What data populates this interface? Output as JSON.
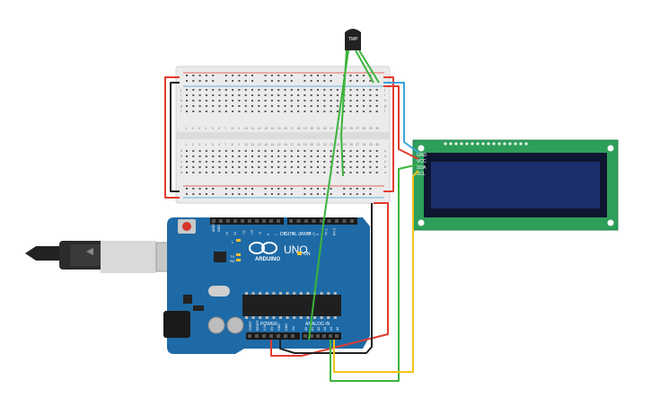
{
  "sensor": {
    "label": "TMP"
  },
  "arduino": {
    "logo_text": "ARDUINO",
    "model": "UNO",
    "on_label": "ON",
    "digital_label": "DIGITAL (PWM~)",
    "tx_label": "TX",
    "rx_label": "RX",
    "l_label": "L",
    "aref_label": "AREF",
    "gnd_label": "GND",
    "digital_pins": [
      "13",
      "12",
      "~11",
      "~10",
      "~9",
      "8",
      "7",
      "~6",
      "~5",
      "4",
      "~3",
      "2",
      "TX 1",
      "RX 0"
    ],
    "power_label": "POWER",
    "power_pins": [
      "IOREF",
      "RESET",
      "3.3V",
      "5V",
      "GND",
      "GND",
      "Vin"
    ],
    "analog_label": "ANALOG IN",
    "analog_pins": [
      "A0",
      "A1",
      "A2",
      "A3",
      "A4",
      "A5"
    ]
  },
  "lcd": {
    "pins": [
      "GND",
      "VCC",
      "SDA",
      "SCL"
    ]
  },
  "breadboard": {
    "row_letters_top": [
      "j",
      "i",
      "h",
      "g",
      "f"
    ],
    "row_letters_bottom": [
      "e",
      "d",
      "c",
      "b",
      "a"
    ],
    "column_numbers": [
      "1",
      "2",
      "3",
      "4",
      "5",
      "6",
      "7",
      "8",
      "9",
      "10",
      "11",
      "12",
      "13",
      "14",
      "15",
      "16",
      "17",
      "18",
      "19",
      "20",
      "21",
      "22",
      "23",
      "24",
      "25",
      "26",
      "27",
      "28",
      "29",
      "30"
    ]
  },
  "colors": {
    "board": "#1e6aa6",
    "board_light": "#2a7cbd",
    "breadboard": "#ebebeb",
    "lcd_pcb": "#2e9e5b",
    "lcd_screen": "#1c2f6d",
    "wire_red": "#e23b2e",
    "wire_black": "#222222",
    "wire_green": "#3cb43c",
    "wire_yellow": "#f2c318",
    "wire_blue": "#39a5d8"
  }
}
